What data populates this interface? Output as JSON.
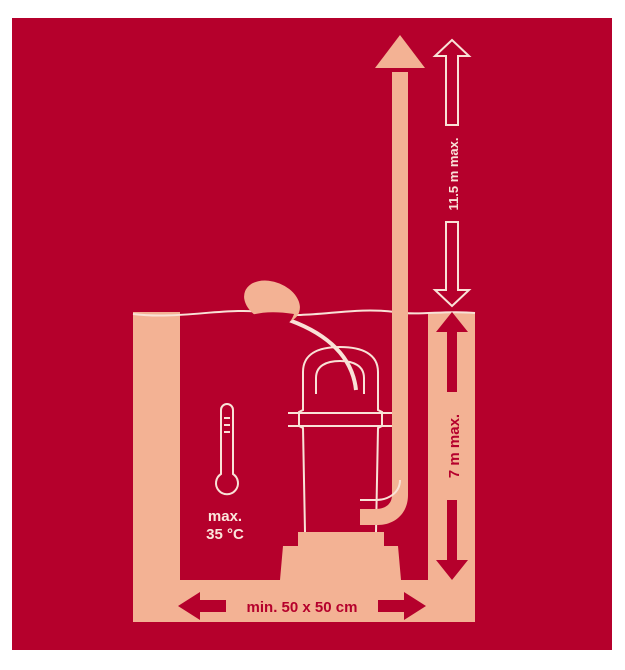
{
  "colors": {
    "background": "#b5002c",
    "fill": "#f3b294",
    "line": "#f9e2d7",
    "text": "#b5002c",
    "temp_text": "#fbe6dc",
    "page": "#ffffff"
  },
  "labels": {
    "head_max": "11.5 m max.",
    "depth_max": "7 m max.",
    "temp_line1": "max.",
    "temp_line2": "35 °C",
    "size": "min. 50 x 50 cm"
  },
  "icons": {
    "thermometer": "thermometer-icon",
    "float_switch": "float-switch-icon",
    "pump": "submersible-pump-icon"
  }
}
